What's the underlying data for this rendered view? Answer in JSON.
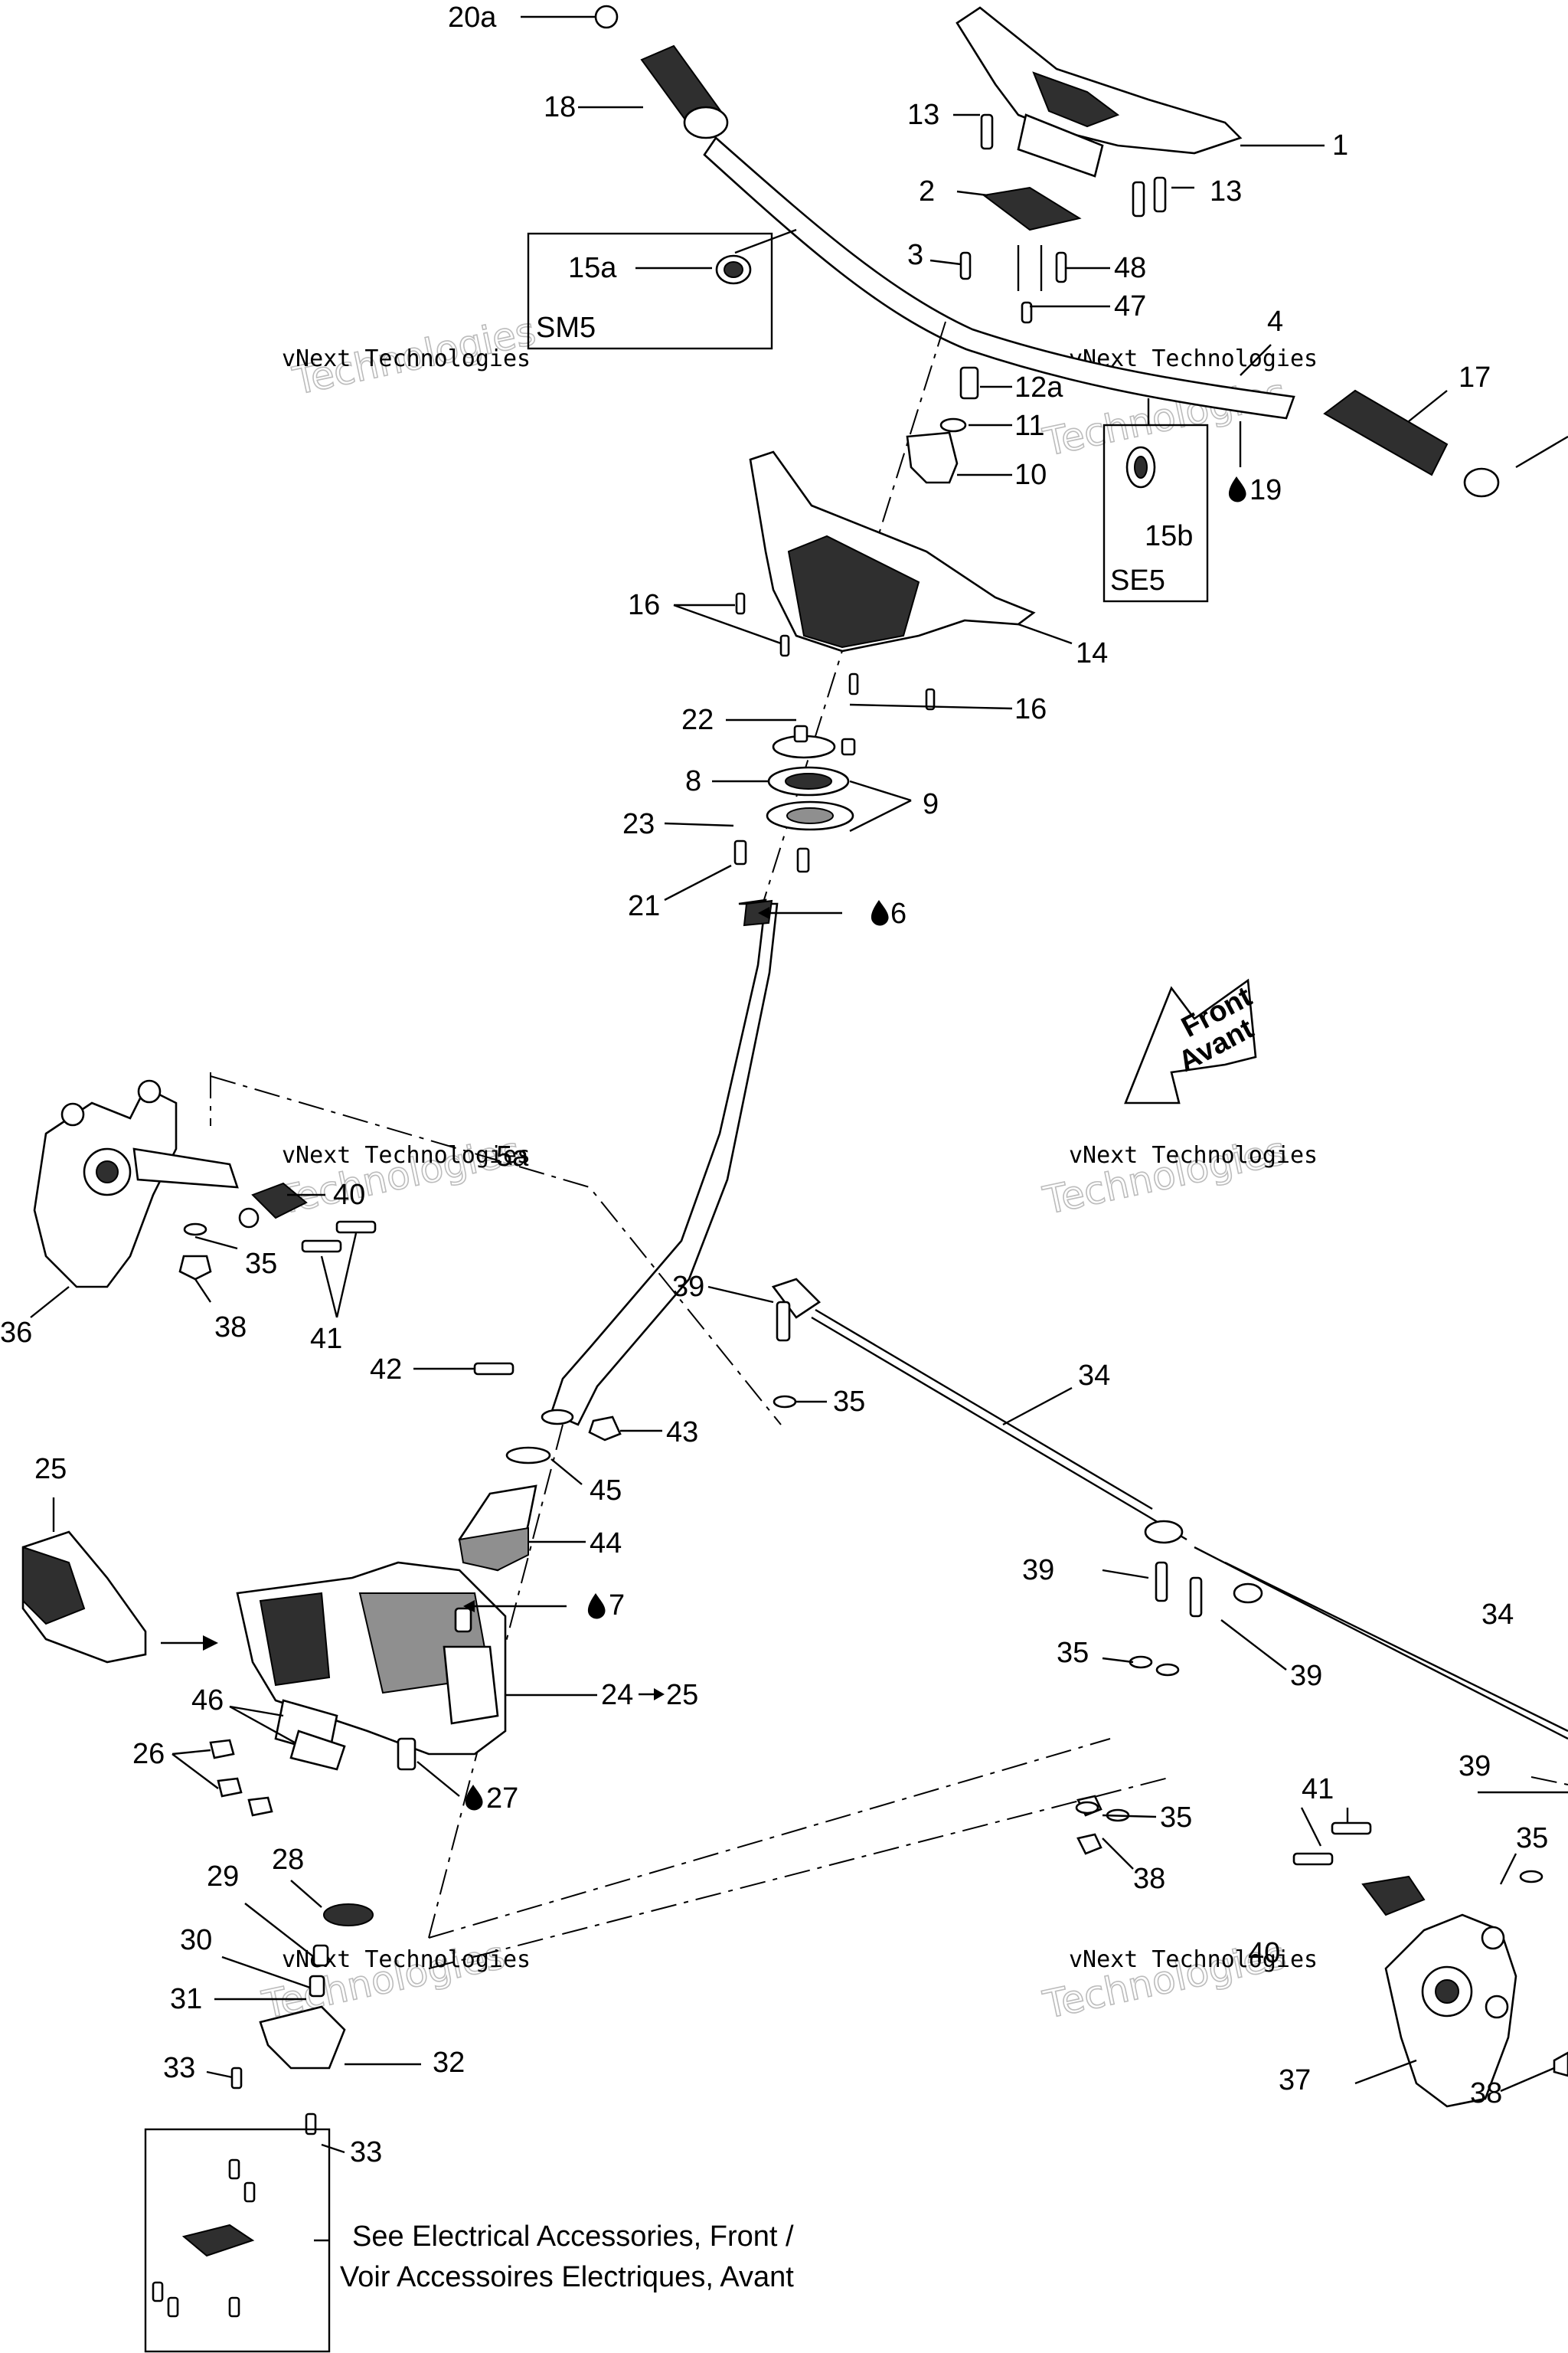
{
  "callouts": [
    "20a",
    "18",
    "1",
    "13",
    "2",
    "13",
    "3",
    "48",
    "47",
    "15a",
    "SM5",
    "4",
    "12a",
    "11",
    "10",
    "17",
    "15b",
    "SE5",
    "19",
    "16",
    "14",
    "16",
    "22",
    "8",
    "9",
    "23",
    "21",
    "6",
    "Front",
    "Avant",
    "5a",
    "40",
    "35",
    "41",
    "38",
    "36",
    "39",
    "34",
    "42",
    "43",
    "35",
    "45",
    "44",
    "25",
    "7",
    "46",
    "24",
    "25",
    "26",
    "27",
    "39",
    "35",
    "34",
    "39",
    "28",
    "29",
    "30",
    "31",
    "32",
    "33",
    "33",
    "35",
    "38",
    "41",
    "39",
    "35",
    "37",
    "38",
    "40"
  ],
  "labels": {
    "sm5": "SM5",
    "se5": "SE5",
    "front": "Front",
    "avant": "Avant",
    "note_line1": "See Electrical Accessories, Front /",
    "note_line2": "Voir Accessoires Electriques, Avant"
  },
  "watermark": {
    "line1": "vNext Technologies",
    "line2": "Technologies"
  }
}
